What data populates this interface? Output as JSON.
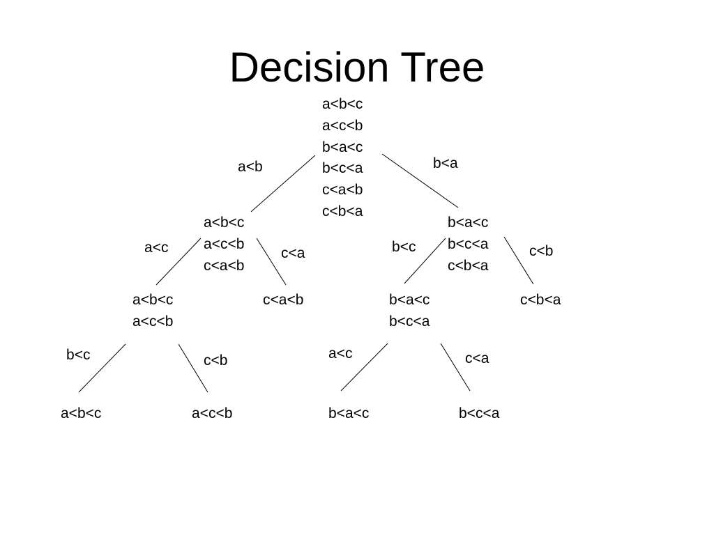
{
  "title": "Decision Tree",
  "nodes": {
    "root": [
      "a<b<c",
      "a<c<b",
      "b<a<c",
      "b<c<a",
      "c<a<b",
      "c<b<a"
    ],
    "left": [
      "a<b<c",
      "a<c<b",
      "c<a<b"
    ],
    "right": [
      "b<a<c",
      "b<c<a",
      "c<b<a"
    ],
    "left_left": [
      "a<b<c",
      "a<c<b"
    ],
    "left_right": [
      "c<a<b"
    ],
    "right_left": [
      "b<a<c",
      "b<c<a"
    ],
    "right_right": [
      "c<b<a"
    ],
    "leaf_1": [
      "a<b<c"
    ],
    "leaf_2": [
      "a<c<b"
    ],
    "leaf_3": [
      "b<a<c"
    ],
    "leaf_4": [
      "b<c<a"
    ]
  },
  "edge_labels": {
    "root_left": "a<b",
    "root_right": "b<a",
    "left_left": "a<c",
    "left_right": "c<a",
    "right_left": "b<c",
    "right_right": "c<b",
    "ll_left": "b<c",
    "ll_right": "c<b",
    "rl_left": "a<c",
    "rl_right": "c<a"
  }
}
